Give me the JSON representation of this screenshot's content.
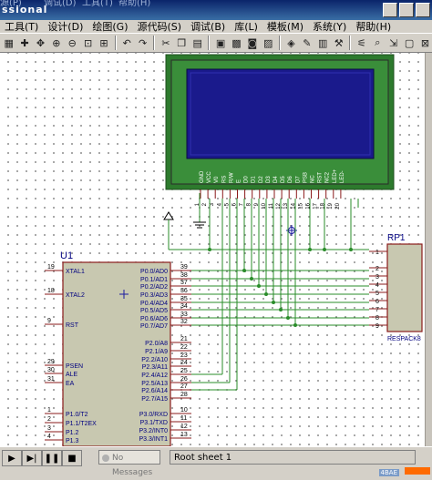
{
  "window": {
    "title": "ssional",
    "ghost_menu": [
      "源(P)",
      "调试(D)",
      "工具(T)",
      "帮助(H)"
    ]
  },
  "menu": [
    {
      "label": "工具(T)"
    },
    {
      "label": "设计(D)"
    },
    {
      "label": "绘图(G)"
    },
    {
      "label": "源代码(S)"
    },
    {
      "label": "调试(B)"
    },
    {
      "label": "库(L)"
    },
    {
      "label": "模板(M)"
    },
    {
      "label": "系统(Y)"
    },
    {
      "label": "帮助(H)"
    }
  ],
  "toolbar_icons": [
    "grid-icon",
    "origin-icon",
    "pan-icon",
    "zoom-in-icon",
    "zoom-out-icon",
    "zoom-all-icon",
    "zoom-area-icon",
    "undo-icon",
    "redo-icon",
    "cut-icon",
    "copy-icon",
    "paste-icon",
    "block-copy-icon",
    "block-move-icon",
    "block-rotate-icon",
    "block-delete-icon",
    "pick-device-icon",
    "make-device-icon",
    "package-icon",
    "decompose-icon",
    "wire-autorouter-icon",
    "search-icon",
    "property-assign-icon",
    "new-sheet-icon",
    "remove-sheet-icon"
  ],
  "colors": {
    "wire": "#2a8c2a",
    "component_border": "#8a1a1a",
    "component_fill": "#c8c8b0",
    "pin_label": "#000080",
    "pin_number": "#000000",
    "lcd_board": "#2d7a2d",
    "lcd_screen": "#1a1a8c",
    "label_text": "#000080"
  },
  "lcd": {
    "pins": [
      "GND",
      "VCC",
      "V0",
      "RS",
      "R/W",
      "E",
      "D0",
      "D1",
      "D2",
      "D3",
      "D4",
      "D5",
      "D6",
      "D7",
      "PSB",
      "NC",
      "RST",
      "NC2",
      "LED+",
      "LED-"
    ],
    "numbers": [
      "1",
      "2",
      "3",
      "4",
      "5",
      "6",
      "7",
      "8",
      "9",
      "10",
      "11",
      "12",
      "13",
      "14",
      "15",
      "16",
      "17",
      "18",
      "19",
      "20"
    ]
  },
  "u1": {
    "ref": "U1",
    "left_pins": [
      {
        "num": "19",
        "name": "XTAL1"
      },
      {
        "num": "18",
        "name": "XTAL2"
      },
      {
        "num": "9",
        "name": "RST"
      },
      {
        "num": "29",
        "name": "PSEN"
      },
      {
        "num": "30",
        "name": "ALE"
      },
      {
        "num": "31",
        "name": "EA"
      },
      {
        "num": "1",
        "name": "P1.0/T2"
      },
      {
        "num": "2",
        "name": "P1.1/T2EX"
      },
      {
        "num": "3",
        "name": "P1.2"
      },
      {
        "num": "4",
        "name": "P1.3"
      }
    ],
    "right_pins": [
      {
        "num": "39",
        "name": "P0.0/AD0"
      },
      {
        "num": "38",
        "name": "P0.1/AD1"
      },
      {
        "num": "37",
        "name": "P0.2/AD2"
      },
      {
        "num": "36",
        "name": "P0.3/AD3"
      },
      {
        "num": "35",
        "name": "P0.4/AD4"
      },
      {
        "num": "34",
        "name": "P0.5/AD5"
      },
      {
        "num": "33",
        "name": "P0.6/AD6"
      },
      {
        "num": "32",
        "name": "P0.7/AD7"
      },
      {
        "num": "21",
        "name": "P2.0/A8"
      },
      {
        "num": "22",
        "name": "P2.1/A9"
      },
      {
        "num": "23",
        "name": "P2.2/A10"
      },
      {
        "num": "24",
        "name": "P2.3/A11"
      },
      {
        "num": "25",
        "name": "P2.4/A12"
      },
      {
        "num": "26",
        "name": "P2.5/A13"
      },
      {
        "num": "27",
        "name": "P2.6/A14"
      },
      {
        "num": "28",
        "name": "P2.7/A15"
      },
      {
        "num": "10",
        "name": "P3.0/RXD"
      },
      {
        "num": "11",
        "name": "P3.1/TXD"
      },
      {
        "num": "12",
        "name": "P3.2/INT0"
      },
      {
        "num": "13",
        "name": "P3.3/INT1"
      }
    ]
  },
  "rp1": {
    "ref": "RP1",
    "type": "RESPACK8",
    "pins": [
      "1",
      "2",
      "3",
      "4",
      "5",
      "6",
      "7",
      "8",
      "9"
    ]
  },
  "status": {
    "messages": "No Messages",
    "sheet": "Root sheet 1",
    "hint": "4BAE"
  }
}
